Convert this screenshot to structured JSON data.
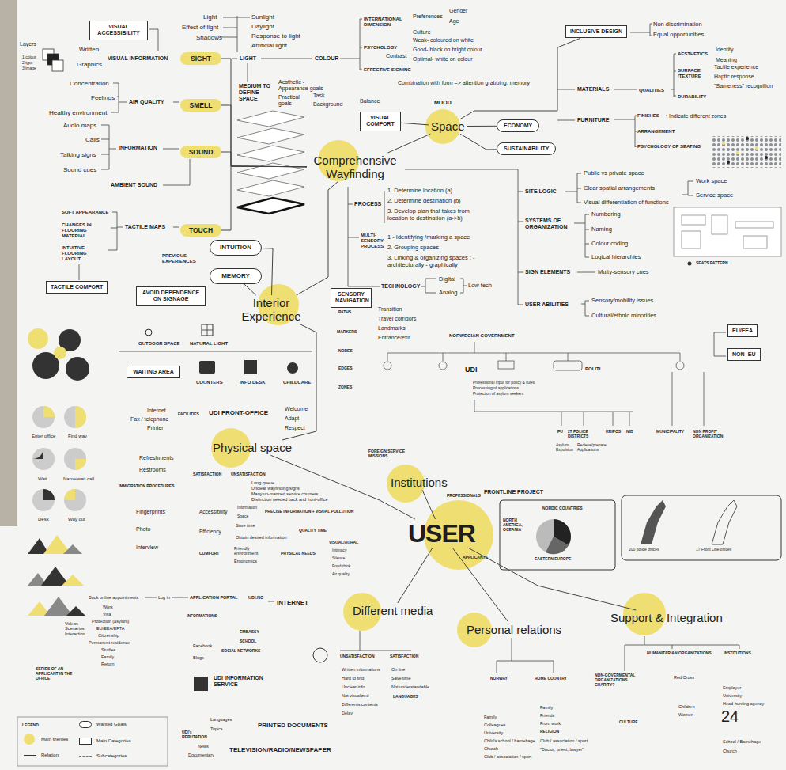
{
  "diagram": {
    "nodes": [
      {
        "text": [
          "VISUAL ACCESSIBILITY"
        ]
      },
      {
        "text": [
          "SIGHT"
        ]
      },
      {
        "text": [
          "INCLUSIVE DESIGN"
        ]
      },
      {
        "text": [
          "SMELL"
        ]
      },
      {
        "text": [
          "VISUAL COMFORT"
        ]
      },
      {
        "text": [
          "Space"
        ]
      },
      {
        "text": [
          "ECONOMY"
        ]
      },
      {
        "text": [
          "SUSTAINABILITY"
        ]
      },
      {
        "text": [
          "SOUND"
        ]
      },
      {
        "text": [
          "Comprehensive Wayfinding"
        ]
      },
      {
        "text": [
          "TOUCH"
        ]
      },
      {
        "text": [
          "INTUITION"
        ]
      },
      {
        "text": [
          "MEMORY"
        ]
      },
      {
        "text": [
          "TACTILE COMFORT"
        ]
      },
      {
        "text": [
          "AVOID DEPENDENCE ON SIGNAGE"
        ]
      },
      {
        "text": [
          "SENSORY NAVIGATION"
        ]
      },
      {
        "text": [
          "Interior Experience"
        ]
      },
      {
        "text": [
          "EU/EEA"
        ]
      },
      {
        "text": [
          "NON- EU"
        ]
      },
      {
        "text": [
          "WAITING AREA"
        ]
      },
      {
        "text": [
          "Physical space"
        ]
      },
      {
        "text": [
          "Institutions"
        ]
      },
      {
        "text": [
          "USER"
        ]
      },
      {
        "text": [
          "Different media"
        ]
      },
      {
        "text": [
          "Support & Integration"
        ]
      },
      {
        "text": [
          "Personal relations"
        ]
      }
    ],
    "edges": [
      {
        "from": 9,
        "to": 5,
        "arrow": "none"
      },
      {
        "from": 5,
        "to": 4,
        "arrow": "none"
      },
      {
        "from": 5,
        "to": 6,
        "arrow": "none"
      },
      {
        "from": 5,
        "to": 7,
        "arrow": "none"
      },
      {
        "from": 5,
        "to": 2,
        "arrow": "none"
      },
      {
        "from": 9,
        "to": 16,
        "arrow": "none"
      },
      {
        "from": 16,
        "to": 11,
        "arrow": "none"
      },
      {
        "from": 16,
        "to": 12,
        "arrow": "none"
      },
      {
        "from": 16,
        "to": 20,
        "arrow": "none"
      },
      {
        "from": 20,
        "to": 22,
        "arrow": "none"
      },
      {
        "from": 21,
        "to": 22,
        "arrow": "none"
      },
      {
        "from": 23,
        "to": 22,
        "arrow": "none"
      },
      {
        "from": 25,
        "to": 22,
        "arrow": "none"
      },
      {
        "from": 24,
        "to": 22,
        "arrow": "none"
      },
      {
        "from": 1,
        "to": 9,
        "arrow": "none"
      },
      {
        "from": 3,
        "to": 9,
        "arrow": "none"
      },
      {
        "from": 8,
        "to": 9,
        "arrow": "none"
      },
      {
        "from": 10,
        "to": 9,
        "arrow": "none"
      }
    ],
    "labels": [
      "Layers",
      "1 colour",
      "2 type",
      "3 image",
      "Written",
      "Graphics",
      "VISUAL INFORMATION",
      "Light",
      "Effect of light",
      "Shadows",
      "Sunlight",
      "Daylight",
      "Response to light",
      "Artificial light",
      "LIGHT",
      "COLOUR",
      "INTERNATIONAL DIMENSION",
      "Preferences",
      "Gender",
      "Age",
      "Culture",
      "PSYCHOLOGY",
      "Weak- coloured on white",
      "Good- black on bright colour",
      "Contrast",
      "Optimal- white on colour",
      "EFFECTIVE SIGNING",
      "Combination with form => attention grabbing, memory",
      "MEDIUM TO DEFINE SPACE",
      "Aesthetic - Appearance goals",
      "Practical goals",
      "Task",
      "Background",
      "Balance",
      "MOOD",
      "Non discrimination",
      "Equal opportunities",
      "AESTHETICS",
      "Identity",
      "Meaning",
      "SURFACE /TEXTURE",
      "Tactile experience",
      "Haptic response",
      "\"Sameness\" recognition",
      "DURABILITY",
      "MATERIALS",
      "QUALITIES",
      "FURNITURE",
      "FINISHES",
      "Indicate different zones",
      "ARRANGEMENT",
      "PSYCHOLOGY OF SEATING",
      "Concentration",
      "Feelings",
      "Healthy environment",
      "AIR QUALITY",
      "Audio maps",
      "Calls",
      "Talking signs",
      "Sound cues",
      "INFORMATION",
      "AMBIENT SOUND",
      "SOFT APPEARANCE",
      "CHANGES IN FLOORING MATERIAL",
      "INTUITIVE FLOORING LAYOUT",
      "TACTILE MAPS",
      "PREVIOUS EXPERIENCES",
      "PROCESS",
      "1. Determine location (a)",
      "2. Determine destination (b)",
      "3. Develop plan that takes from location to destination (a->b)",
      "MULTI-SENSORY PROCESS",
      "1 - Identifying /marking a space",
      "2. Grouping spaces",
      "3. Linking & organizing spaces : - architecturally - graphically",
      "TECHNOLOGY",
      "Digital",
      "Analog",
      "Low tech",
      "SITE LOGIC",
      "Public vs private space",
      "Clear spatial arrangements",
      "Visual differentiation of functions",
      "Work space",
      "Service space",
      "SYSTEMS OF ORGANIZATION",
      "Numbering",
      "Naming",
      "Colour coding",
      "Logical hierarchies",
      "SIGN ELEMENTS",
      "Multy-sensory cues",
      "USER ABILITIES",
      "Sensory/mobility issues",
      "Cultural/ethnic minorities",
      "SEATS PATTERN",
      "PATHS",
      "MARKERS",
      "NODES",
      "EDGES",
      "ZONES",
      "Transition",
      "Travel corridors",
      "Landmarks",
      "Entrance/exit",
      "NORWEGIAN GOVERNMENT",
      "UDI",
      "POLITI",
      "Professional input for policy & rules",
      "Processing of applications",
      "Protection of asylum seekers",
      "FOREIGN SERVICE MISSIONS",
      "PU",
      "27 POLICE DISTRICTS",
      "KRIPOS",
      "NID",
      "Asylum Expulsion",
      "Recieve/prepare Applications",
      "MUNICIPALITY",
      "NON PROFIT ORGANIZATION",
      "FRONTLINE PROJECT",
      "NORDIC COUNTRIES",
      "NORTH AMERICA, OCEANIA",
      "EASTERN EUROPE",
      "200 police offices",
      "17 Front Line offices",
      "PROFESSIONALS",
      "APPLICANTS",
      "OUTDOOR SPACE",
      "NATURAL LIGHT",
      "COUNTERS",
      "INFO DESK",
      "CHILDCARE",
      "Internet",
      "Fax / telephone",
      "Printer",
      "FACILITIES",
      "UDI FRONT-OFFICE",
      "Welcome",
      "Adapt",
      "Respect",
      "Refreshments",
      "Restrooms",
      "IMMIGRATION PROCEDURES",
      "Fingerprints",
      "Photo",
      "Interview",
      "SATISFACTION",
      "UNSATISFACTION",
      "Long queue",
      "Unclear wayfinding signs",
      "Many un-manned service counters",
      "Distinction needed back and front-office",
      "Accessibility",
      "Information",
      "Space",
      "PRECISE INFORMATION + VISUAL POLLUTION",
      "Efficiency",
      "Save time",
      "Obtain desired information",
      "QUALITY TIME",
      "COMFORT",
      "Friendly environment",
      "Ergonomics",
      "PHYSICAL NEEDS",
      "VISUAL/AURAL",
      "Intimacy",
      "Silence",
      "Food/drink",
      "Air quality",
      "Enter office",
      "Find way",
      "Wait",
      "Name/wait call",
      "Desk",
      "Way out",
      "SERIES OF AN APPLICANT IN THE OFFICE",
      "Book online appointments",
      "Log in",
      "APPLICATION PORTAL",
      "UDI.NO",
      "Work",
      "Visa",
      "Protection (asylum)",
      "EU/EEA/EFTA",
      "Citizenship",
      "Permanent residence",
      "Studies",
      "Family",
      "Return",
      "Videos Scenarios Interaction",
      "INFORMATIONS",
      "EMBASSY",
      "SCHOOL",
      "SOCIAL NETWORKS",
      "Facebook",
      "Blogs",
      "INTERNET",
      "UDI INFORMATION SERVICE",
      "PRINTED DOCUMENTS",
      "Languages",
      "Topics",
      "UDI's REPUTATION",
      "News",
      "Documentary",
      "TELEVISION/RADIO/NEWSPAPER",
      "UNSATISFACTION",
      "SATISFACTION",
      "Written informations",
      "Hard to find",
      "Unclear info",
      "Not visualized",
      "Differents contents",
      "Delay",
      "On line",
      "Save time",
      "Not understandable",
      "LANGUAGES",
      "NORWAY",
      "HOME COUNTRY",
      "Family",
      "Colleagues",
      "University",
      "Child's school / barnehage",
      "Church",
      "Club / association / sport",
      "Family",
      "Friends",
      "From work",
      "RELIGION",
      "Club / association / sport",
      "\"Doctor, priest, lawyer\"",
      "NON-GOVERMENTAL ORGANIZATIONS CHARITY?",
      "HUMANITARIAN ORGANIZATIONS",
      "INSTITUTIONS",
      "Red Cross",
      "CULTURE",
      "Children",
      "Women",
      "Employer",
      "University",
      "Head-hunting agency",
      "School / Barnehage",
      "Church",
      "24",
      "LEGEND"
    ],
    "legend": [
      {
        "text": "Main themes",
        "color": "#efdf72"
      },
      {
        "text": "Relation"
      },
      {
        "text": "Wanted Goals"
      },
      {
        "text": "Main Categories"
      },
      {
        "text": "Subcategories"
      }
    ]
  }
}
